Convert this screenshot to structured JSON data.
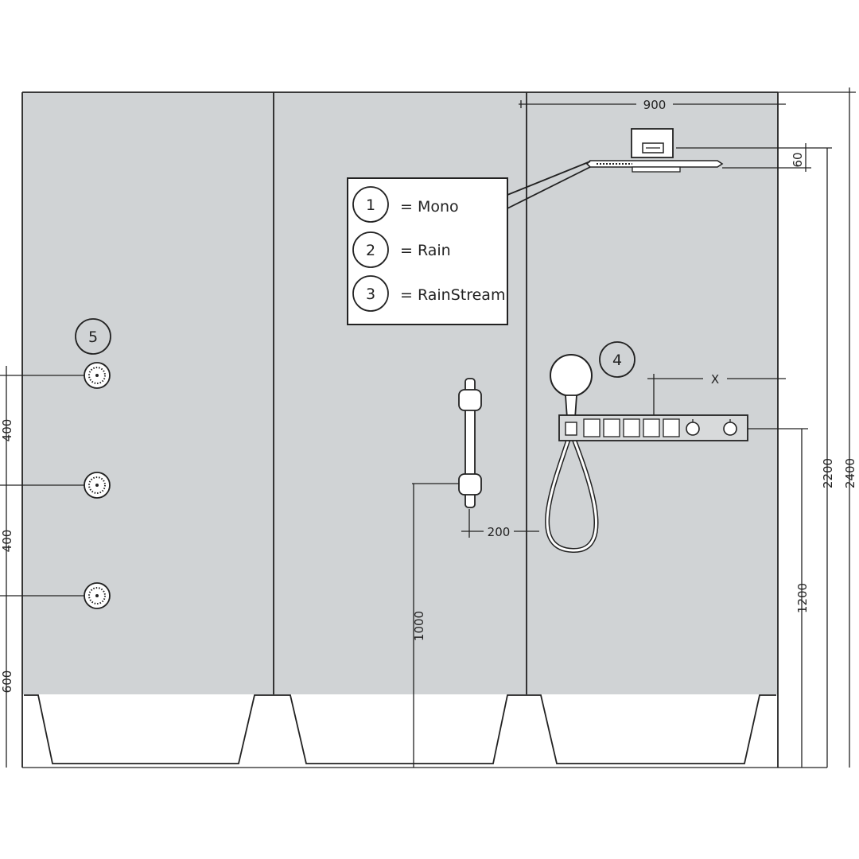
{
  "legend": {
    "items": [
      {
        "num": "1",
        "label": "= Mono"
      },
      {
        "num": "2",
        "label": "= Rain"
      },
      {
        "num": "3",
        "label": "= RainStream"
      }
    ]
  },
  "callouts": {
    "handshower": "4",
    "body_jets": "5"
  },
  "dimensions": {
    "head_offset": "900",
    "head_height": "60",
    "thermostat_offset": "X",
    "rail_spacing": "200",
    "rail_height": "1000",
    "jet_spacing_upper": "400",
    "jet_spacing_lower": "400",
    "jet_floor": "600",
    "thermostat_height": "1200",
    "head_total": "2200",
    "ceiling_total": "2400"
  },
  "colors": {
    "wall": "#d0d3d5",
    "line": "#222222",
    "background": "#ffffff"
  }
}
